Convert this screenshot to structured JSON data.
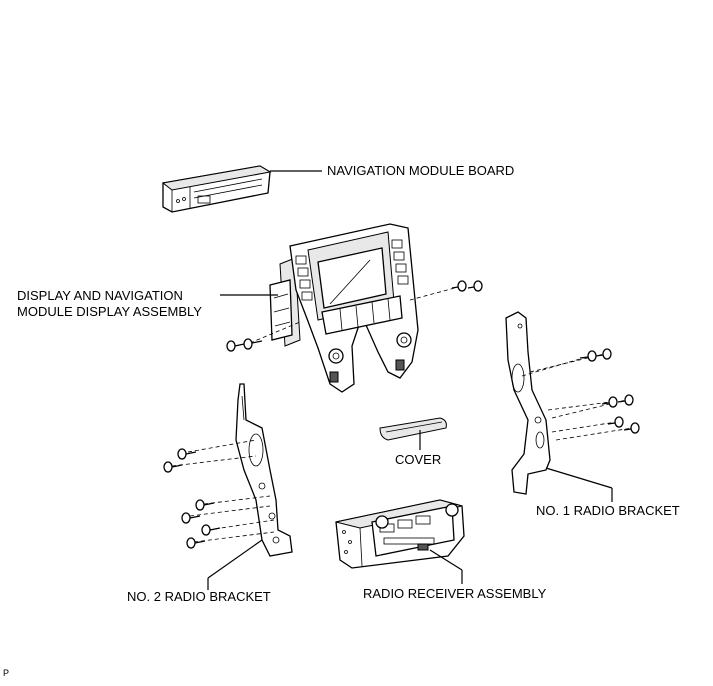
{
  "labels": {
    "nav_board": "NAVIGATION MODULE BOARD",
    "display_line1": "DISPLAY AND NAVIGATION",
    "display_line2": "MODULE DISPLAY ASSEMBLY",
    "cover": "COVER",
    "no1_bracket": "NO. 1 RADIO BRACKET",
    "no2_bracket": "NO. 2 RADIO BRACKET",
    "radio_receiver": "RADIO RECEIVER ASSEMBLY"
  },
  "reference_code": "P"
}
